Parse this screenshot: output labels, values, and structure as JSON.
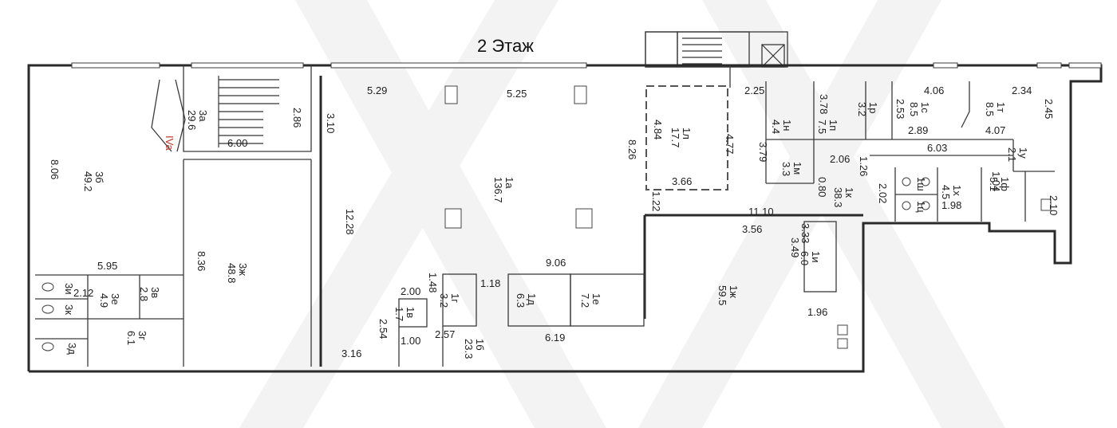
{
  "title": "2 Этаж",
  "zone_label": "IVa",
  "rooms": [
    {
      "id": "3a",
      "area": "29.6"
    },
    {
      "id": "3б",
      "area": "49.2"
    },
    {
      "id": "3ж",
      "area": "48.8"
    },
    {
      "id": "1a",
      "area": "136.7"
    },
    {
      "id": "1л",
      "area": "17.7"
    },
    {
      "id": "1н",
      "area": "4.4"
    },
    {
      "id": "1п",
      "area": "7.5"
    },
    {
      "id": "1м",
      "area": "3.3"
    },
    {
      "id": "1р",
      "area": "3.2"
    },
    {
      "id": "1с",
      "area": "8.5"
    },
    {
      "id": "1т",
      "area": "8.5"
    },
    {
      "id": "1у",
      "area": "2.1"
    },
    {
      "id": "1к",
      "area": "38.3"
    },
    {
      "id": "1ф",
      "area": "5.1"
    },
    {
      "id": "1х",
      "area": "4.5"
    },
    {
      "id": "1ш",
      "area": ""
    },
    {
      "id": "1ц",
      "area": ""
    },
    {
      "id": "1и",
      "area": "6.0"
    },
    {
      "id": "1ж",
      "area": "59.5"
    },
    {
      "id": "1е",
      "area": "7.2"
    },
    {
      "id": "1д",
      "area": "6.3"
    },
    {
      "id": "1г",
      "area": "3.2"
    },
    {
      "id": "1в",
      "area": "1.7"
    },
    {
      "id": "1б",
      "area": "23.3"
    },
    {
      "id": "3в",
      "area": "2.8"
    },
    {
      "id": "3е",
      "area": "4.9"
    },
    {
      "id": "3и",
      "area": ""
    },
    {
      "id": "3к",
      "area": ""
    },
    {
      "id": "3г",
      "area": "6.1"
    },
    {
      "id": "3д",
      "area": ""
    }
  ],
  "dimensions": [
    "5.29",
    "5.25",
    "2.25",
    "3.78",
    "4.06",
    "2.34",
    "2.86",
    "3.10",
    "6.00",
    "8.06",
    "4.84",
    "4.77",
    "8.26",
    "3.79",
    "2.53",
    "2.89",
    "4.07",
    "2.45",
    "6.03",
    "2.06",
    "1.26",
    "0.80",
    "2.02",
    "1.98",
    "1.04",
    "2.10",
    "3.66",
    "12.28",
    "1.22",
    "11.10",
    "3.56",
    "3.33",
    "3.49",
    "5.95",
    "8.36",
    "1.48",
    "1.18",
    "9.06",
    "2.12",
    "2.00",
    "1.96",
    "2.54",
    "1.00",
    "2.57",
    "6.19",
    "3.16"
  ]
}
